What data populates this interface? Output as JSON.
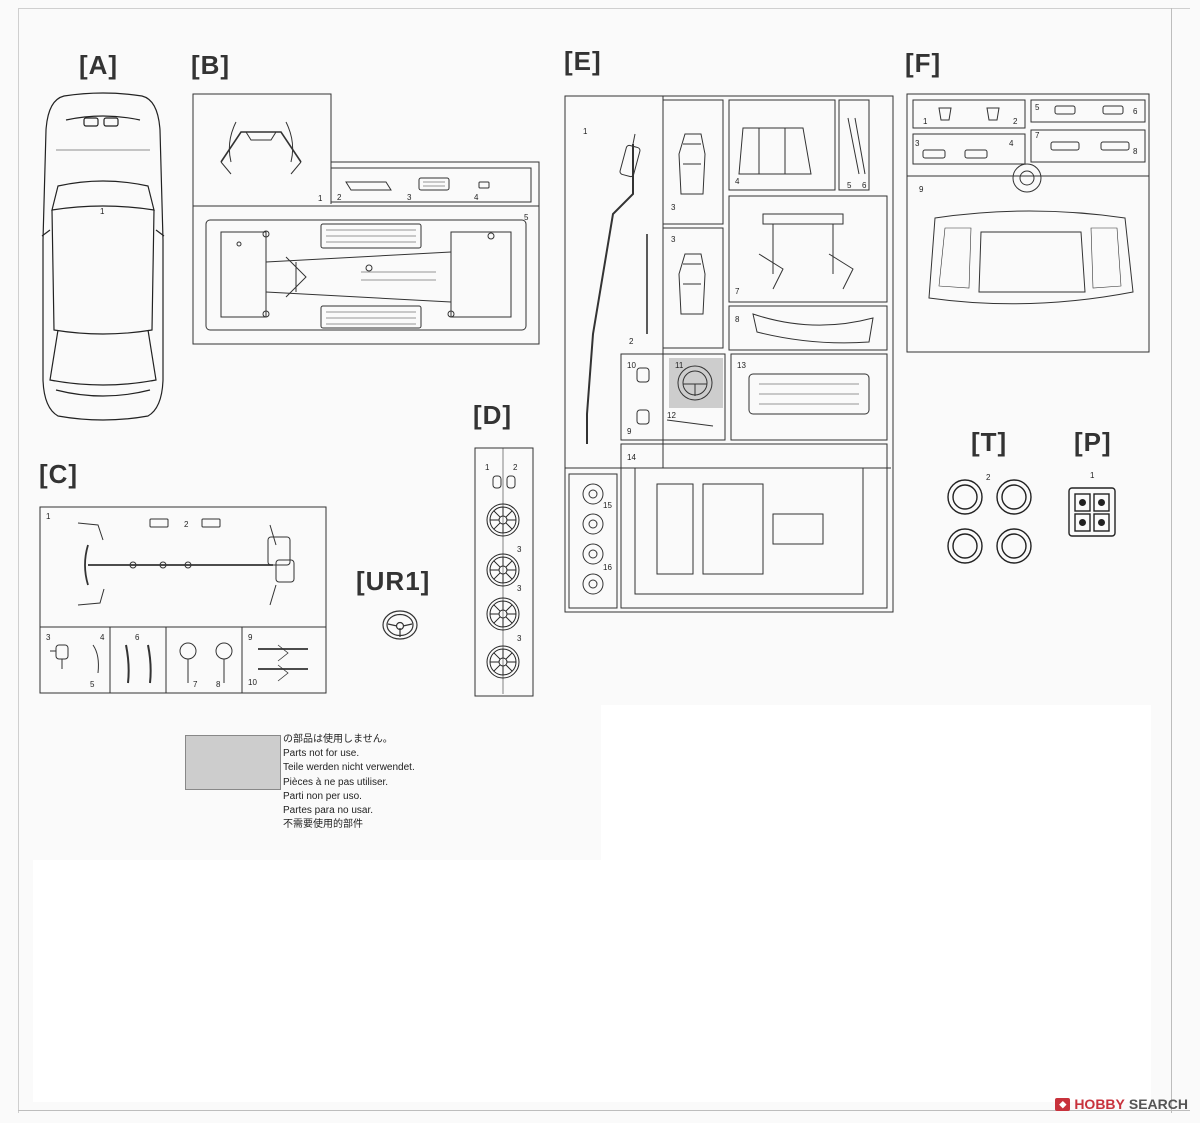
{
  "sections": {
    "a": "[A]",
    "b": "[B]",
    "c": "[C]",
    "d": "[D]",
    "e": "[E]",
    "f": "[F]",
    "t": "[T]",
    "p": "[P]",
    "ur1": "[UR1]"
  },
  "part_numbers": {
    "a": [
      "1"
    ],
    "b": [
      "1",
      "2",
      "3",
      "4",
      "5"
    ],
    "c": [
      "1",
      "2",
      "3",
      "4",
      "5",
      "6",
      "7",
      "8",
      "9",
      "10"
    ],
    "d": [
      "1",
      "2",
      "3",
      "3",
      "3"
    ],
    "e": [
      "1",
      "2",
      "3",
      "3",
      "4",
      "5",
      "6",
      "7",
      "8",
      "10",
      "11",
      "9",
      "12",
      "13",
      "14",
      "15",
      "16"
    ],
    "f": [
      "1",
      "2",
      "5",
      "6",
      "3",
      "4",
      "7",
      "8",
      "9"
    ],
    "t": [
      "2"
    ],
    "p": [
      "1"
    ]
  },
  "legend": {
    "swatch_color": "#cdcdcd",
    "lines": [
      "の部品は使用しません。",
      "Parts not for use.",
      "Teile werden nicht verwendet.",
      "Pièces à ne pas utiliser.",
      "Parti non per uso.",
      "Partes para no usar.",
      "不需要使用的部件"
    ]
  },
  "watermark": {
    "brand": "HOBBY",
    "search": "SEARCH",
    "color": "#c8323c"
  }
}
